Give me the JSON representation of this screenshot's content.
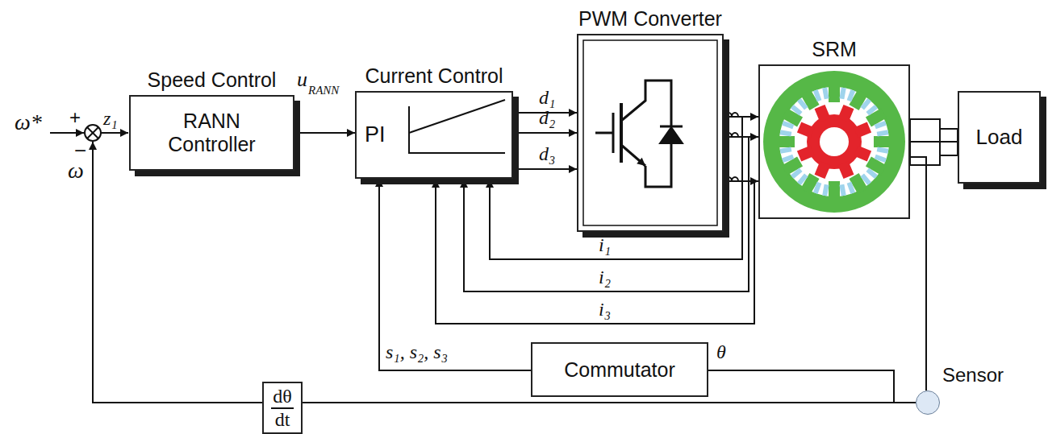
{
  "diagram": {
    "nodes": [
      {
        "text": [
          "Speed Control",
          "RANN Controller"
        ]
      },
      {
        "text": [
          "Current Control",
          "PI"
        ]
      },
      {
        "text": [
          "PWM Converter"
        ]
      },
      {
        "text": [
          "SRM"
        ]
      },
      {
        "text": [
          "Load"
        ]
      },
      {
        "text": [
          "Commutator"
        ]
      },
      {
        "text": [
          "dθ",
          "dt"
        ]
      },
      {
        "text": [
          "Sensor"
        ]
      }
    ],
    "edges": [
      {
        "from": 0,
        "to": 1,
        "arrow": "to"
      },
      {
        "from": 1,
        "to": 2,
        "label": "d₁",
        "arrow": "to"
      },
      {
        "from": 1,
        "to": 2,
        "label": "d₂",
        "arrow": "to"
      },
      {
        "from": 1,
        "to": 2,
        "label": "d₃",
        "arrow": "to"
      },
      {
        "from": 2,
        "to": 3,
        "arrow": "to"
      },
      {
        "from": 2,
        "to": 3,
        "arrow": "to"
      },
      {
        "from": 2,
        "to": 3,
        "arrow": "to"
      },
      {
        "from": 3,
        "to": 4,
        "arrow": "none"
      },
      {
        "from": 3,
        "to": 7,
        "arrow": "none"
      },
      {
        "from": 7,
        "to": 5,
        "label": "θ",
        "arrow": "none"
      },
      {
        "from": 7,
        "to": 6,
        "arrow": "none"
      },
      {
        "from": 5,
        "to": 1,
        "label": "s₁, s₂, s₃",
        "arrow": "to"
      }
    ],
    "labels": [
      "ω*",
      "+",
      "z₁",
      "−",
      "ω",
      "u",
      "RANN",
      "i₁",
      "i₂",
      "i₃"
    ]
  }
}
